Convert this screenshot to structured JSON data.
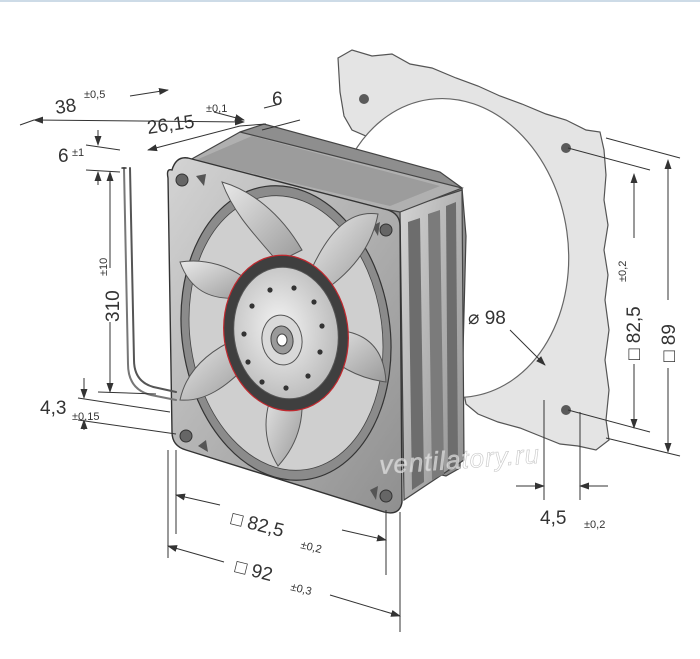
{
  "colors": {
    "line": "#333333",
    "fan_body": "#b7b7b7",
    "fan_dark": "#6e6e6e",
    "gasket": "#e2e2e2",
    "accent_red": "#c0282e"
  },
  "dimensions": {
    "d38": {
      "main": "38",
      "tol": "±0,5"
    },
    "d2615": {
      "main": "26,15",
      "tol": "±0,1"
    },
    "d6top": {
      "main": "6"
    },
    "d6cable": {
      "main": "6",
      "tol": "±1"
    },
    "d310": {
      "main": "310",
      "tol": "±10"
    },
    "d43": {
      "main": "4,3",
      "tol": "±0,15"
    },
    "d825bottom": {
      "main": "□ 82,5",
      "tol": "±0,2"
    },
    "d92": {
      "main": "□ 92",
      "tol": "±0,3"
    },
    "d98": {
      "main": "⌀ 98"
    },
    "d825right": {
      "main": "□ 82,5",
      "tol": "±0,2"
    },
    "d89": {
      "main": "□ 89"
    },
    "d45": {
      "main": "4,5",
      "tol": "±0,2"
    }
  },
  "watermark": "ventilatory.ru"
}
